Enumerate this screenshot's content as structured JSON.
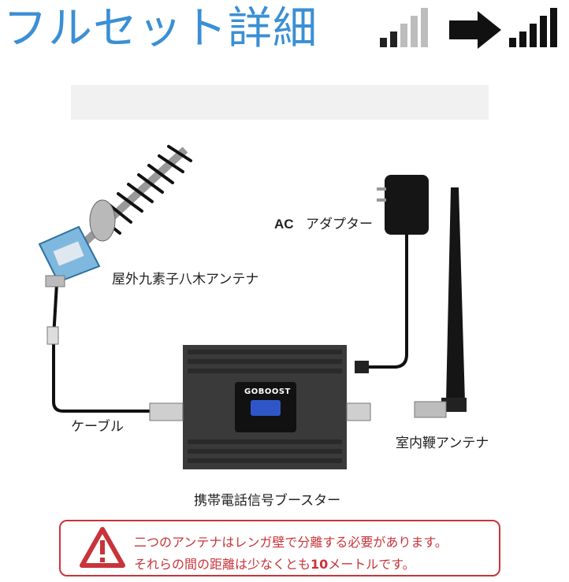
{
  "title": "フルセット詳細",
  "signal": {
    "before_icon": "weak-signal-bars-icon",
    "arrow_icon": "right-arrow-icon",
    "after_icon": "strong-signal-bars-icon"
  },
  "diagram": {
    "outdoor_antenna_label": "屋外九素子八木アンテナ",
    "cable_label": "ケーブル",
    "adapter_label_ac": "AC",
    "adapter_label_text": "アダプター",
    "indoor_antenna_label": "室内鞭アンテナ",
    "booster_label": "携帯電話信号ブースター",
    "booster_brand": "GOBOOST"
  },
  "warning": {
    "icon": "warning-triangle-icon",
    "line1": "二つのアンテナはレンガ壁で分離する必要があります。",
    "line2_pre": "それらの間の距離は少なくとも",
    "line2_num": "10",
    "line2_post": "メートルです。"
  },
  "colors": {
    "title": "#3b8fd4",
    "warning": "#c8343a",
    "antenna_body": "#7fb8de"
  }
}
